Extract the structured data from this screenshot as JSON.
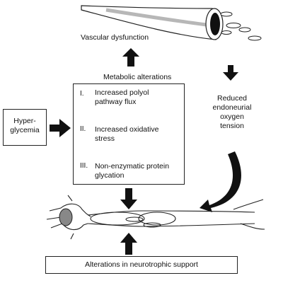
{
  "vessel_label": "Vascular dysfunction",
  "metabolic_heading": "Metabolic alterations",
  "hyperglycemia": [
    "Hyper-",
    "glycemia"
  ],
  "steps": [
    {
      "numeral": "I.",
      "lines": [
        "Increased polyol",
        "pathway flux"
      ]
    },
    {
      "numeral": "II.",
      "lines": [
        "Increased oxidative",
        "stress"
      ]
    },
    {
      "numeral": "III.",
      "lines": [
        "Non-enzymatic protein",
        "glycation"
      ]
    }
  ],
  "oxygen_label": [
    "Reduced",
    "endoneurial",
    "oxygen",
    "tension"
  ],
  "neurotrophic_label": "Alterations in neurotrophic support",
  "colors": {
    "stroke": "#222222",
    "fill_dark": "#111111",
    "nucleus": "#888888",
    "vessel_shade": "#999999"
  }
}
